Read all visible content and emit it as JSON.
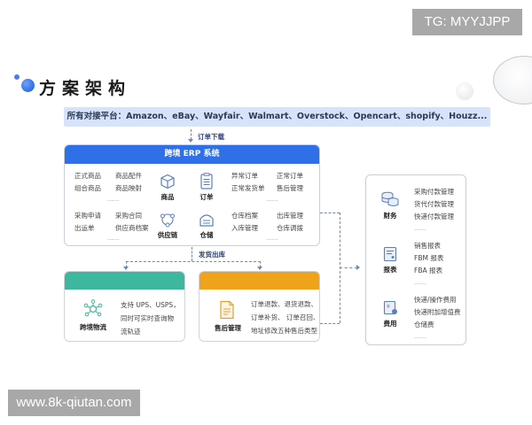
{
  "watermarks": {
    "top": "TG: MYYJJPP",
    "bottom": "www.8k-qiutan.com"
  },
  "title": "方案架构",
  "platform_bar": "所有对接平台：Amazon、eBay、Wayfair、Walmart、Overstock、Opencart、shopify、Houzz...",
  "flow_labels": {
    "order_download": "订单下载",
    "ship_out": "发货出库"
  },
  "erp": {
    "header": "跨境 ERP 系统",
    "modules": [
      {
        "name": "商品",
        "icon": "cube-icon",
        "items_left": [
          "正式商品",
          "组合商品"
        ],
        "items_right": [
          "商品配件",
          "商品映射"
        ],
        "more": "......"
      },
      {
        "name": "订单",
        "icon": "clipboard-icon",
        "items_left": [
          "异常订单",
          "正常发货单"
        ],
        "items_right": [
          "正常订单",
          "售后管理"
        ],
        "more": "......"
      },
      {
        "name": "供应链",
        "icon": "network-icon",
        "items_left": [
          "采购申请",
          "出运单"
        ],
        "items_right": [
          "采购合同",
          "供应商档案"
        ],
        "more": "......"
      },
      {
        "name": "仓储",
        "icon": "warehouse-icon",
        "items_left": [
          "仓库档案",
          "入库管理"
        ],
        "items_right": [
          "出库管理",
          "仓库调拨"
        ],
        "more": "......"
      }
    ]
  },
  "cards": [
    {
      "name": "跨境物流",
      "icon": "hub-icon",
      "lines": [
        "支持 UPS、USPS，",
        "同时可实时查询物",
        "流轨迹"
      ],
      "color": "#3db89e"
    },
    {
      "name": "售后管理",
      "icon": "document-icon",
      "lines": [
        "订单退款、退货退款、",
        "订单补货、 订单召回、",
        "地址修改五种售后类型"
      ],
      "color": "#eea31a"
    }
  ],
  "right_panel": {
    "sections": [
      {
        "name": "财务",
        "icon": "coins-icon",
        "items": [
          "采购付款管理",
          "货代付款管理",
          "快递付款管理"
        ],
        "more": "......"
      },
      {
        "name": "报表",
        "icon": "report-icon",
        "items": [
          "销售报表",
          "FBM 报表",
          "FBA 报表"
        ],
        "more": "......"
      },
      {
        "name": "费用",
        "icon": "fee-icon",
        "items": [
          "快递/操作费用",
          "快递附加增值费",
          "仓储费"
        ],
        "more": "......"
      }
    ]
  },
  "colors": {
    "primary_blue": "#2f6fe8",
    "platform_bar_bg": "#d7e3fb",
    "green": "#3db89e",
    "orange": "#eea31a",
    "icon_blue": "#5b7fbf"
  }
}
